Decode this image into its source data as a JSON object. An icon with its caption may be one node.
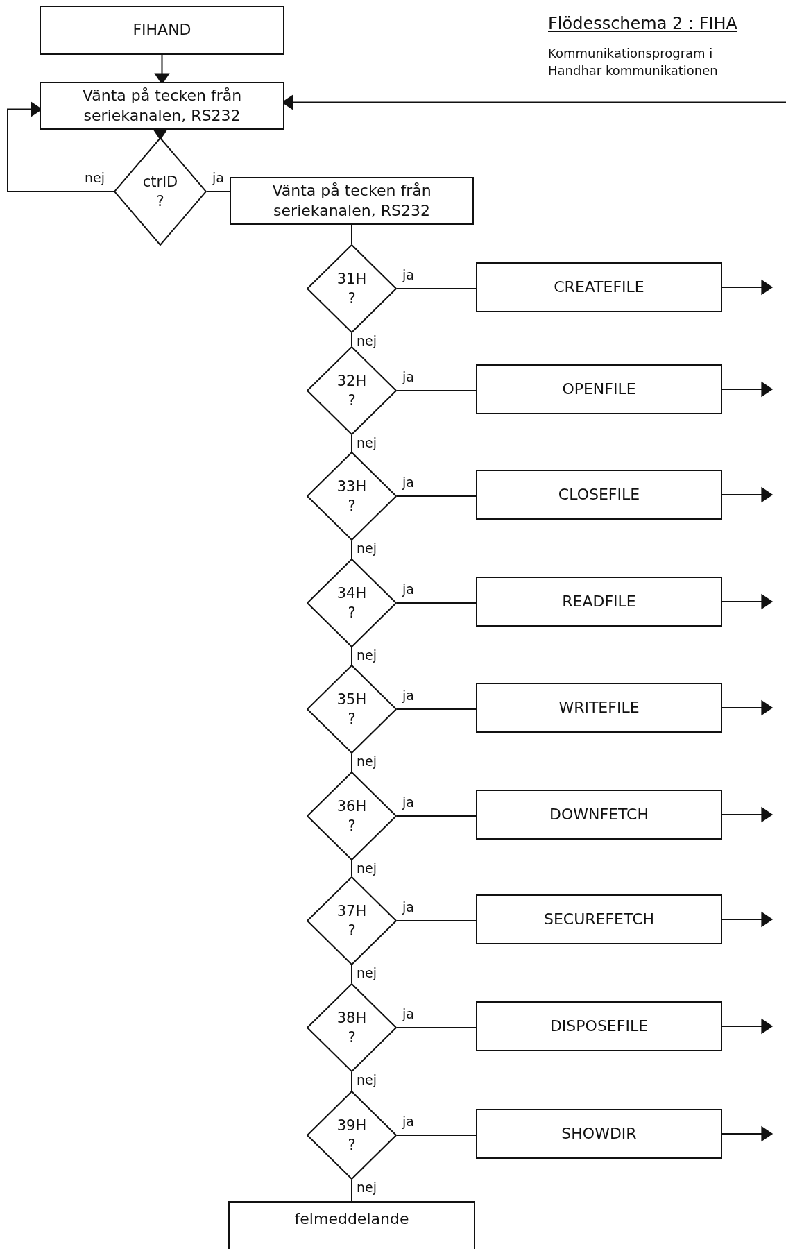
{
  "diagram": {
    "title": "Flödesschema 2 : FIHA",
    "nodes": [
      {
        "text": [
          "FIHAND"
        ]
      },
      {
        "text": [
          "Vänta på tecken från seriekanalen, RS232"
        ]
      },
      {
        "text": [
          "ctrlD ?"
        ]
      },
      {
        "text": [
          "Vänta på tecken från seriekanalen, RS232"
        ]
      },
      {
        "text": [
          "31H ?"
        ]
      },
      {
        "text": [
          "CREATEFILE"
        ]
      },
      {
        "text": [
          "32H ?"
        ]
      },
      {
        "text": [
          "OPENFILE"
        ]
      },
      {
        "text": [
          "33H ?"
        ]
      },
      {
        "text": [
          "CLOSEFILE"
        ]
      },
      {
        "text": [
          "34H ?"
        ]
      },
      {
        "text": [
          "READFILE"
        ]
      },
      {
        "text": [
          "35H ?"
        ]
      },
      {
        "text": [
          "WRITEFILE"
        ]
      },
      {
        "text": [
          "36H ?"
        ]
      },
      {
        "text": [
          "DOWNFETCH"
        ]
      },
      {
        "text": [
          "37H ?"
        ]
      },
      {
        "text": [
          "SECUREFETCH"
        ]
      },
      {
        "text": [
          "38H ?"
        ]
      },
      {
        "text": [
          "DISPOSEFILE"
        ]
      },
      {
        "text": [
          "39H ?"
        ]
      },
      {
        "text": [
          "SHOWDIR"
        ]
      },
      {
        "text": [
          "felmeddelande"
        ]
      }
    ],
    "edges": [
      {
        "from": 0,
        "to": 1,
        "arrow": "to"
      },
      {
        "from": 1,
        "to": 2,
        "arrow": "to"
      },
      {
        "from": 2,
        "to": 1,
        "arrow": "to",
        "label": "nej"
      },
      {
        "from": 2,
        "to": 3,
        "arrow": "none",
        "label": "ja"
      },
      {
        "from": null,
        "to": 1,
        "arrow": "to"
      },
      {
        "from": 3,
        "to": 4,
        "arrow": "none"
      },
      {
        "from": 4,
        "to": 5,
        "arrow": "none",
        "label": "ja"
      },
      {
        "from": 5,
        "to": null,
        "arrow": "to"
      },
      {
        "from": 4,
        "to": 6,
        "arrow": "none",
        "label": "nej"
      },
      {
        "from": 6,
        "to": 7,
        "arrow": "none",
        "label": "ja"
      },
      {
        "from": 7,
        "to": null,
        "arrow": "to"
      },
      {
        "from": 6,
        "to": 8,
        "arrow": "none",
        "label": "nej"
      },
      {
        "from": 8,
        "to": 9,
        "arrow": "none",
        "label": "ja"
      },
      {
        "from": 9,
        "to": null,
        "arrow": "to"
      },
      {
        "from": 8,
        "to": 10,
        "arrow": "none",
        "label": "nej"
      },
      {
        "from": 10,
        "to": 11,
        "arrow": "none",
        "label": "ja"
      },
      {
        "from": 11,
        "to": null,
        "arrow": "to"
      },
      {
        "from": 10,
        "to": 12,
        "arrow": "none",
        "label": "nej"
      },
      {
        "from": 12,
        "to": 13,
        "arrow": "none",
        "label": "ja"
      },
      {
        "from": 13,
        "to": null,
        "arrow": "to"
      },
      {
        "from": 12,
        "to": 14,
        "arrow": "none",
        "label": "nej"
      },
      {
        "from": 14,
        "to": 15,
        "arrow": "none",
        "label": "ja"
      },
      {
        "from": 15,
        "to": null,
        "arrow": "to"
      },
      {
        "from": 14,
        "to": 16,
        "arrow": "none",
        "label": "nej"
      },
      {
        "from": 16,
        "to": 17,
        "arrow": "none",
        "label": "ja"
      },
      {
        "from": 17,
        "to": null,
        "arrow": "to"
      },
      {
        "from": 16,
        "to": 18,
        "arrow": "none",
        "label": "nej"
      },
      {
        "from": 18,
        "to": 19,
        "arrow": "none",
        "label": "ja"
      },
      {
        "from": 19,
        "to": null,
        "arrow": "to"
      },
      {
        "from": 18,
        "to": 20,
        "arrow": "none",
        "label": "nej"
      },
      {
        "from": 20,
        "to": 21,
        "arrow": "none",
        "label": "ja"
      },
      {
        "from": 21,
        "to": null,
        "arrow": "to"
      },
      {
        "from": 20,
        "to": 22,
        "arrow": "none",
        "label": "nej"
      }
    ],
    "labels": [
      "Kommunikationsprogram i",
      "Handhar kommunikationen"
    ]
  }
}
